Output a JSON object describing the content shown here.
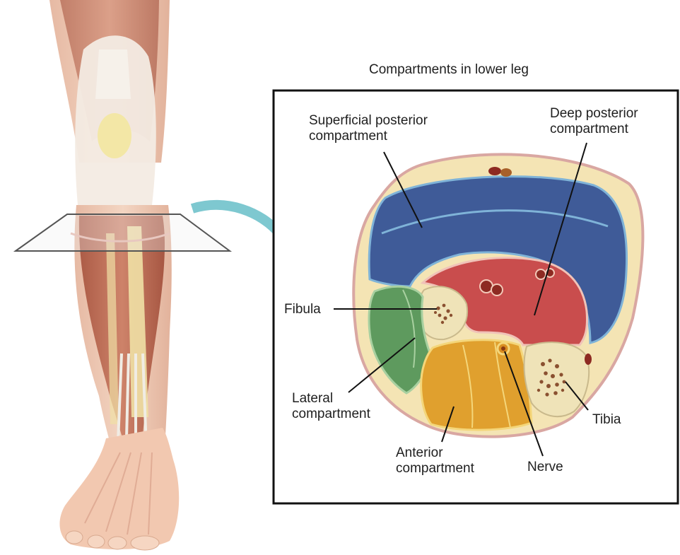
{
  "title": "Compartments in lower leg",
  "labels": {
    "superficial_posterior": [
      "Superficial posterior",
      "compartment"
    ],
    "deep_posterior": [
      "Deep posterior",
      "compartment"
    ],
    "fibula": "Fibula",
    "lateral": [
      "Lateral",
      "compartment"
    ],
    "anterior": [
      "Anterior",
      "compartment"
    ],
    "nerve": "Nerve",
    "tibia": "Tibia"
  },
  "colors": {
    "superficial_posterior": "#3d5a9a",
    "deep_posterior": "#cc4d4d",
    "lateral": "#5f9a5f",
    "anterior": "#e0a030",
    "bone": "#efe3b8",
    "fat": "#f2e3b0",
    "arrow": "#7ec8d0",
    "muscle": "#b85f48"
  },
  "icons": {
    "arrow": "curved-arrow-icon"
  }
}
